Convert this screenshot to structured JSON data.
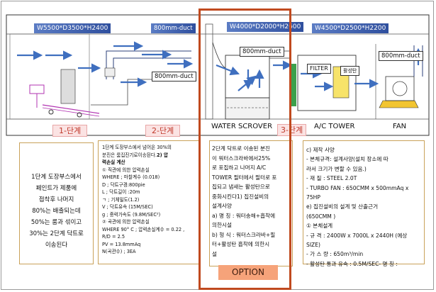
{
  "dims": {
    "booth": "W5500*D3500*H2400",
    "scrubber": "W4000*D2000*H2600",
    "tower": "W4500*D2500*H2200"
  },
  "duct_labels": {
    "top_left": "800mm-duct",
    "booth_right": "800mm-duct",
    "scrubber_top": "800mm-duct",
    "tower_right": "800mm-duct"
  },
  "equipment": {
    "water_scrover": "WATER SCROVER",
    "ac_tower": "A/C TOWER",
    "fan": "FAN",
    "filter": "FILTER",
    "activated_carbon": "활성탄"
  },
  "stages": {
    "s1": "1-단계",
    "s2": "2-단계",
    "s3": "3-단계"
  },
  "box1": {
    "lines": [
      "1단계 도장부스에서",
      "페인트가 제품에",
      "접착후 나머지",
      "80%는 배출되는데",
      "50%는 룸과 섞이고",
      "30%는 2단계 닥트로",
      "이송된다"
    ]
  },
  "box2": {
    "lines": [
      "1단계 도장부스에서 넘어온 30%의",
      "분진은 룸집진기로이송된다.",
      "력손실 계산",
      "① 직관에 의한 압력손실",
      "WHERE ; 마찰계수 (0.018)",
      "D ; 닥트구경:800pie",
      "L ; 닥트길이 :20m",
      "ㄱ ; 기체밀도(1.2)",
      "V ; 닥트유속 (15M/SEC)",
      "g ; 중력가속도 (9.8M/SEC²)",
      "② 곡관에 의한 압력손실",
      "WHERE 90° C ; 압력손실계수 = 0.22 ,",
      "R/D = 2.5",
      "PV = 13.8mmAq",
      "N(곡관수) ; 3EA"
    ],
    "inline_bold": "2) 압",
    "bold_index": 2
  },
  "box3": {
    "lines": [
      "2단계 닥트로 이송된 분진",
      "이 워터스크라바에서25%",
      "로 포집하고 나머지 A/C",
      "TOWER 필터에서 필터로 포",
      "집되고 냄새는 활성탄으로",
      "중화시킨다1) 집진설비의",
      "설계사양",
      "a) 명 칭 : 워터송해+흡착에",
      "의한시설",
      "b) 형 식 : 워터스크라바+필",
      "터+활성탄 흡착에 의한시",
      "설"
    ]
  },
  "box4": {
    "lines": [
      "c) 제작 사양",
      "- 본체규격: 설계사양(설치 장소에 따",
      "라서 크기가 변할 수 있음.)",
      "- 재 질 : STEEL 2.0T",
      "- TURBO FAN : 650CMM x 500mmAq x",
      "75HP",
      "e) 집진설비의 설계 및 산출근거",
      "(650CMM )",
      "① 본체설계",
      "- 규 격 : 2400W x 7000L x 2440H (예상",
      "SIZE)",
      "- 가 스 량 : 650m³/min",
      "- 활성탄 통과 유속 : 0.5M/SEC- 명 칭 :"
    ]
  },
  "option_label": "OPTION",
  "colors": {
    "option_frame": "#c04a1f",
    "option_fill": "#f6a37a",
    "duct_arrow": "#3f6fbf",
    "stage_text": "#c0392b"
  }
}
